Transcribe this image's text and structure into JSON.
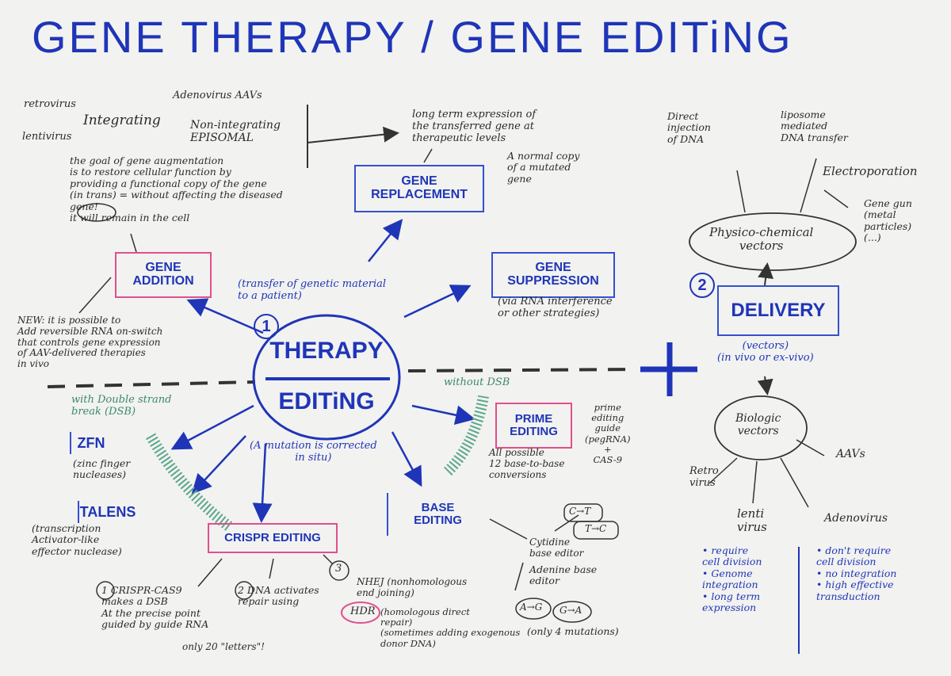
{
  "title": "GENE THERAPY / GENE EDITiNG",
  "center": {
    "top": "THERAPY",
    "bottom": "EDITiNG",
    "num1": "1",
    "num2": "2"
  },
  "therapy": {
    "transfer_note": "(transfer of genetic material\nto a patient)",
    "vectors_top": "retrovirus",
    "lentivirus": "lentivirus",
    "adeno": "Adenovirus AAVs",
    "integrating": "Integrating",
    "nonintegrating": "Non-integrating\nEPISOMAL",
    "goal": "the goal of gene augmentation\nis to restore cellular function by\nproviding a functional copy of the gene\n(in trans) = without affecting the diseased\ngene!\n it will remain in the cell",
    "gene_addition": "GENE\nADDITION",
    "new_note": "NEW: it is possible to\nAdd reversible RNA on-switch\nthat controls gene expression\nof AAV-delivered therapies\nin vivo",
    "long_term": "long term expression of\nthe transferred gene at\ntherapeutic levels",
    "normal_copy": "A normal copy\nof a mutated\ngene",
    "gene_replacement": "GENE\nREPLACEMENT",
    "gene_suppression": "GENE\nSUPPRESSION",
    "suppression_note": "(via RNA interference\nor other strategies)"
  },
  "editing": {
    "with_dsb": "with Double strand\nbreak (DSB)",
    "without_dsb": "without DSB",
    "in_situ": "(A mutation is corrected\nin situ)",
    "zfn": "ZFN",
    "zfn_note": "(zinc finger\nnucleases)",
    "talens": "TALENs",
    "talens_note": "(transcription\nActivator-like\neffector nuclease)",
    "crispr": "CRISPR EDITING",
    "crispr_1": "1 CRISPR-CAS9\nmakes a DSB\nAt the precise point\nguided by guide RNA",
    "crispr_1b": "only 20 \"letters\"!",
    "crispr_2": "2 DNA activates\nrepair using",
    "crispr_3": "3",
    "nhej": "NHEJ (nonhomologous\nend joining)",
    "hdr": "HDR",
    "hdr_note": "(homologous direct\nrepair)\n(sometimes adding exogenous\ndonor DNA)",
    "prime": "PRIME\nEDITING",
    "prime_note": "prime\nediting\nguide\n(pegRNA)\n+\nCAS-9",
    "prime_all": "All possible\n12 base-to-base\nconversions",
    "base": "BASE\nEDITING",
    "ct": "C→T",
    "tc": "T→C",
    "cytidine": "Cytidine\nbase editor",
    "adenine": "Adenine base\neditor",
    "ag": "A→G",
    "ga": "G→A",
    "only4": "(only 4 mutations)"
  },
  "delivery": {
    "plus": "+",
    "label": "DELIVERY",
    "vectors_note": "(vectors)\n(in vivo or ex-vivo)",
    "direct": "Direct\ninjection\nof DNA",
    "liposome": "liposome\nmediated\nDNA transfer",
    "electro": "Electroporation",
    "genegun": "Gene gun\n(metal\nparticles)\n(...)",
    "physico": "Physico-chemical\nvectors",
    "biologic": "Biologic\nvectors",
    "retro": "Retro\nvirus",
    "lenti": "lenti\nvirus",
    "adeno": "Adenovirus",
    "aavs": "AAVs",
    "left_list": "• require\ncell division\n• Genome\nintegration\n• long term\nexpression",
    "right_list": "• don't require\ncell division\n• no integration\n• high effective\ntransduction"
  }
}
